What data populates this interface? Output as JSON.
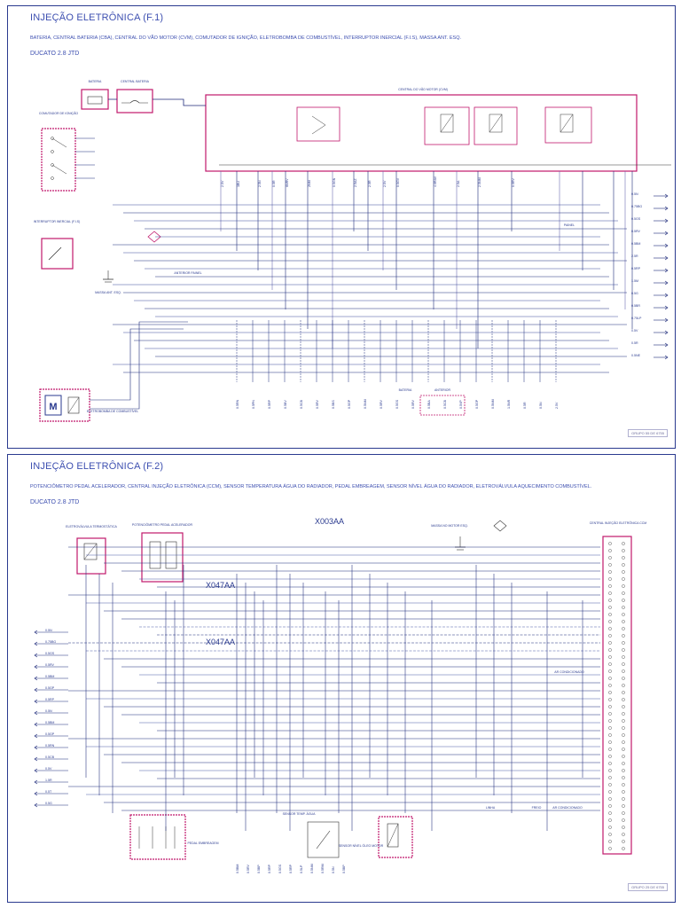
{
  "sheets": [
    {
      "title": "INJEÇÃO ELETRÔNICA (F.1)",
      "subtitle": "BATERIA, CENTRAL BATERIA (CBA), CENTRAL DO VÃO MOTOR (CVM), COMUTADOR DE IGNIÇÃO, ELETROBOMBA DE COMBUSTÍVEL, INTERRUPTOR INERCIAL (F.I.S), MASSA ANT. ESQ.",
      "model": "DUCATO 2.8 JTD",
      "footer": "GRUPO 55 DE 6755",
      "components": {
        "bateria": "BATERIA",
        "central_bateria": "CENTRAL BATERIA",
        "comutador": "COMUTADOR DE IGNIÇÃO",
        "interruptor": "INTERRUPTOR INERCIAL (F.I.S)",
        "massa": "MASSA ANT. ESQ.",
        "eletrobomba": "ELETROBOMBA DE COMBUSTÍVEL",
        "central_vao": "CENTRAL DO VÃO MOTOR (CVM)",
        "anterior_painel": "ANTERIOR PAINEL",
        "painel": "PAINEL",
        "bateria2": "BATERIA",
        "anterior": "ANTERIOR",
        "motor_glyph": "M"
      },
      "wire_labels_top": [
        "2.5V",
        "1BU",
        "2.5N",
        "0.5R",
        "6NRV",
        "2NM",
        "0.5GN",
        "2.5AZ",
        "2.5R",
        "2.5V",
        "0.5GV",
        "4.0RAV",
        "2.5A",
        "2.5NM",
        "0.5RV"
      ],
      "wire_labels_right": [
        "0.5N",
        "0.75BG",
        "0.5GS",
        "0.5RV",
        "0.5BM",
        "2.5R",
        "0.5RP",
        "1.5M",
        "0.5G",
        "0.5BR",
        "0.75LP",
        "0.5V",
        "0.5R",
        "0.5NE"
      ],
      "wire_labels_bottom": [
        "0.5RN",
        "0.5PN",
        "0.5RP",
        "0.5BV",
        "0.5CB",
        "0.5RV",
        "0.5BS",
        "0.5GP",
        "0.5NM",
        "0.5RV",
        "0.5GS",
        "0.5RV",
        "0.5BA",
        "0.5CB",
        "0.5VP",
        "0.5GP",
        "0.5NM",
        "1.5NR",
        "0.5R",
        "0.5N",
        "2.5V"
      ]
    },
    {
      "title": "INJEÇÃO ELETRÔNICA (F.2)",
      "subtitle": "POTENCIÔMETRO PEDAL ACELERADOR, CENTRAL INJEÇÃO ELETRÔNICA (CCM), SENSOR TEMPERATURA ÁGUA DO RADIADOR, PEDAL EMBREAGEM, SENSOR NÍVEL ÁGUA DO RADIADOR, ELETROVÁLVULA AQUECIMENTO COMBUSTÍVEL.",
      "model": "DUCATO 2.8 JTD",
      "footer": "GRUPO 25 DE 6755",
      "components": {
        "eletrovalvula": "ELETROVÁLVULA TERMOSTÁTICA",
        "potenciometro": "POTENCIÔMETRO PEDAL ACELERADOR",
        "massa_motor": "MASSA NO MOTOR ESQ.",
        "central_inj": "CENTRAL INJEÇÃO ELETRÔNICA CCM",
        "ar_condicionado": "AR CONDICIONADO",
        "linha": "LINHA",
        "freio": "FREIO",
        "ar_cond2": "AR CONDICIONADO",
        "pedal_embreagem": "PEDAL EMBREAGEM",
        "sensor_temp": "SENSOR TEMP. ÁGUA",
        "sensor_nivel": "SENSOR NÍVEL ÓLEO MOTOR",
        "conn1": "X003AA",
        "conn2": "X047AA",
        "conn3": "X047AA"
      },
      "wire_labels_left": [
        "0.5N",
        "0.75BG",
        "0.5GS",
        "0.5RV",
        "0.5BM",
        "0.5GP",
        "0.5RP",
        "0.5N",
        "0.5BM",
        "0.5GP",
        "0.5RN",
        "0.5CB",
        "0.5V",
        "1.5R",
        "0.5T",
        "0.5G"
      ],
      "wire_labels_bottom": [
        "0.5BM",
        "0.5RV",
        "0.5BP",
        "0.5RP",
        "0.5GS",
        "0.5RP",
        "0.5LP",
        "0.5NM",
        "0.5RM",
        "0.5N",
        "0.5BP"
      ]
    }
  ]
}
